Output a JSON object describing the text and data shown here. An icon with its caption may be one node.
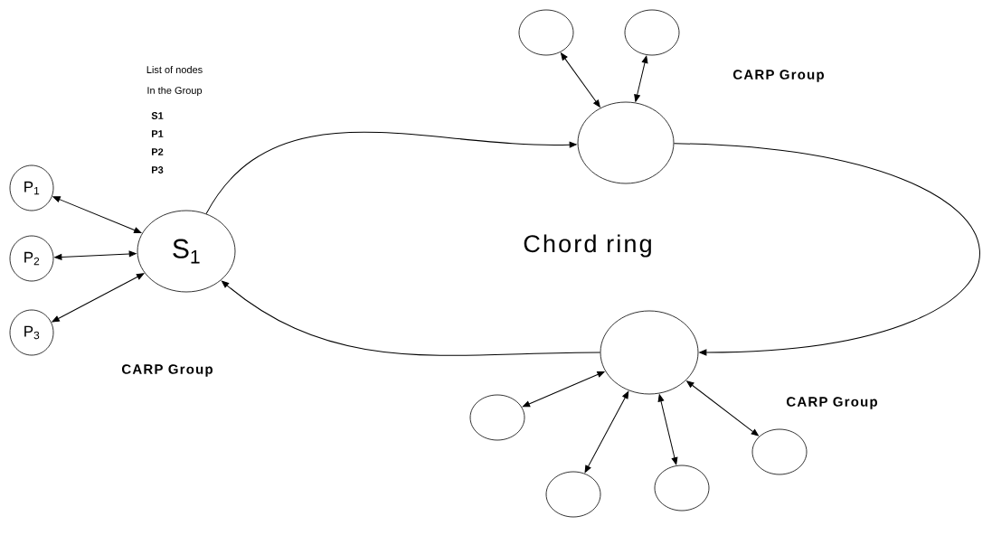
{
  "diagram": {
    "nodes": [
      {
        "text": [
          "P$_{1}$"
        ]
      },
      {
        "text": [
          "P$_{2}$"
        ]
      },
      {
        "text": [
          "P$_{3}$"
        ]
      },
      {
        "text": [
          "S$_{1}$"
        ]
      },
      {
        "text": [],
        "shape": "circle"
      },
      {
        "text": [],
        "shape": "circle"
      },
      {
        "text": [],
        "shape": "circle"
      },
      {
        "text": [],
        "shape": "circle"
      },
      {
        "text": [],
        "shape": "circle"
      },
      {
        "text": [],
        "shape": "circle"
      },
      {
        "text": [],
        "shape": "circle"
      },
      {
        "text": [],
        "shape": "circle"
      }
    ],
    "edges": [
      {
        "from": 0,
        "to": 3,
        "arrow": "both"
      },
      {
        "from": 1,
        "to": 3,
        "arrow": "both"
      },
      {
        "from": 2,
        "to": 3,
        "arrow": "both"
      },
      {
        "from": 3,
        "to": 4,
        "arrow": "to"
      },
      {
        "from": 4,
        "to": 7,
        "arrow": "to"
      },
      {
        "from": 7,
        "to": 3,
        "arrow": "to"
      },
      {
        "from": 5,
        "to": 4,
        "arrow": "both"
      },
      {
        "from": 6,
        "to": 4,
        "arrow": "both"
      },
      {
        "from": 7,
        "to": 8,
        "arrow": "both"
      },
      {
        "from": 7,
        "to": 9,
        "arrow": "both"
      },
      {
        "from": 7,
        "to": 10,
        "arrow": "both"
      },
      {
        "from": 7,
        "to": 11,
        "arrow": "both"
      }
    ],
    "labels": [
      "List of nodes",
      "In the Group",
      "S1",
      "P1",
      "P2",
      "P3",
      "CARP Group",
      "Chord ring",
      "CARP Group",
      "CARP Group"
    ]
  }
}
